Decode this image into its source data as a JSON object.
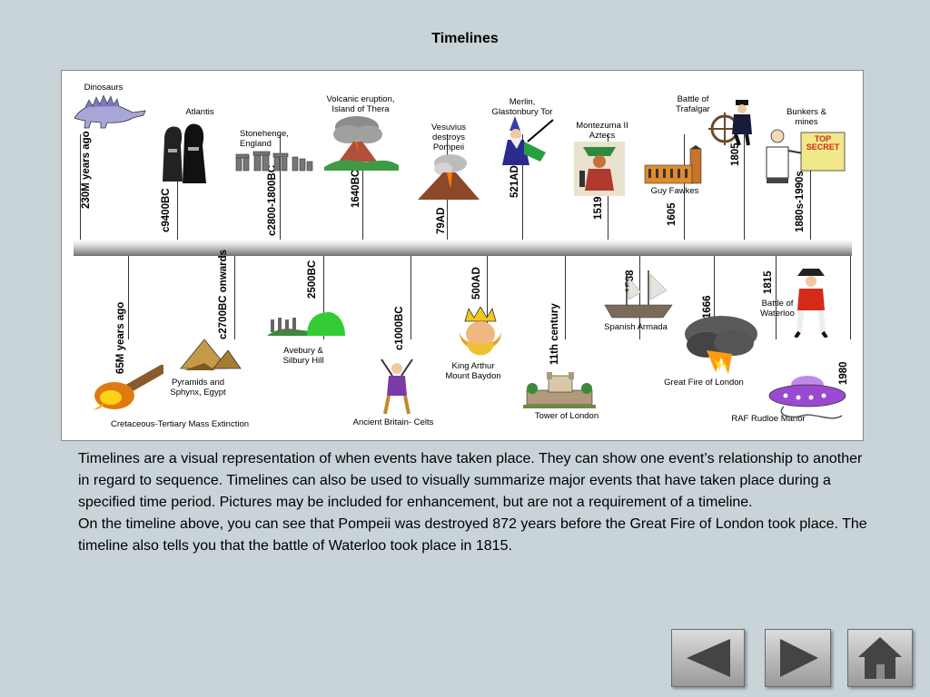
{
  "page": {
    "title": "Timelines"
  },
  "timeline": {
    "dates": {
      "d230m": "230M years ago",
      "d65m": "65M years ago",
      "c9400bc": "c9400BC",
      "c2700bc": "c2700BC onwards",
      "c2800bc": "c2800-1800BC",
      "d2500bc": "2500BC",
      "d1640bc": "1640BC",
      "c1000bc": "c1000BC",
      "d79ad": "79AD",
      "d500ad": "500AD",
      "d521ad": "521AD",
      "c11th": "11th century",
      "d1519": "1519",
      "d1588": "1588",
      "d1605": "1605",
      "d1666": "1666",
      "d1805": "1805",
      "d1815": "1815",
      "d1880s": "1880s-1990s",
      "d1980": "1980"
    },
    "events": {
      "dinosaurs": "Dinosaurs",
      "atlantis": "Atlantis",
      "stonehenge": "Stonehenge,\nEngland",
      "volcanic": "Volcanic eruption,\nIsland of Thera",
      "vesuvius": "Vesuvius\ndestroys\nPompeii",
      "merlin": "Merlin,\nGlastonbury Tor",
      "montezuma": "Montezuma II\nAztecs",
      "guy_fawkes": "Guy Fawkes",
      "trafalgar": "Battle of\nTrafalgar",
      "bunkers": "Bunkers &\nmines",
      "top_secret": "TOP\nSECRET",
      "mass_extinction": "Cretaceous-Tertiary Mass Extinction",
      "pyramids": "Pyramids and\nSphynx, Egypt",
      "avebury": "Avebury &\nSilbury Hill",
      "celts": "Ancient Britain- Celts",
      "king_arthur": "King Arthur\nMount Baydon",
      "tower": "Tower of London",
      "armada": "Spanish Armada",
      "fire": "Great Fire of London",
      "waterloo": "Battle of\nWaterloo",
      "rudloe": "RAF Rudloe Manor"
    }
  },
  "description": {
    "paragraph1": "Timelines are a visual representation of when events have taken place.  They can show one event’s relationship to another in regard to sequence.  Timelines can also be used to visually summarize major events that have taken place during a specified time period. Pictures may be included for enhancement, but are not a requirement of a timeline.",
    "paragraph2": "On the timeline above, you can see that Pompeii was destroyed 872 years before the Great Fire of London took place.  The timeline also tells you that the battle of Waterloo took place in 1815."
  },
  "navigation": {
    "prev_icon": "left-arrow-icon",
    "next_icon": "right-arrow-icon",
    "home_icon": "home-icon"
  }
}
